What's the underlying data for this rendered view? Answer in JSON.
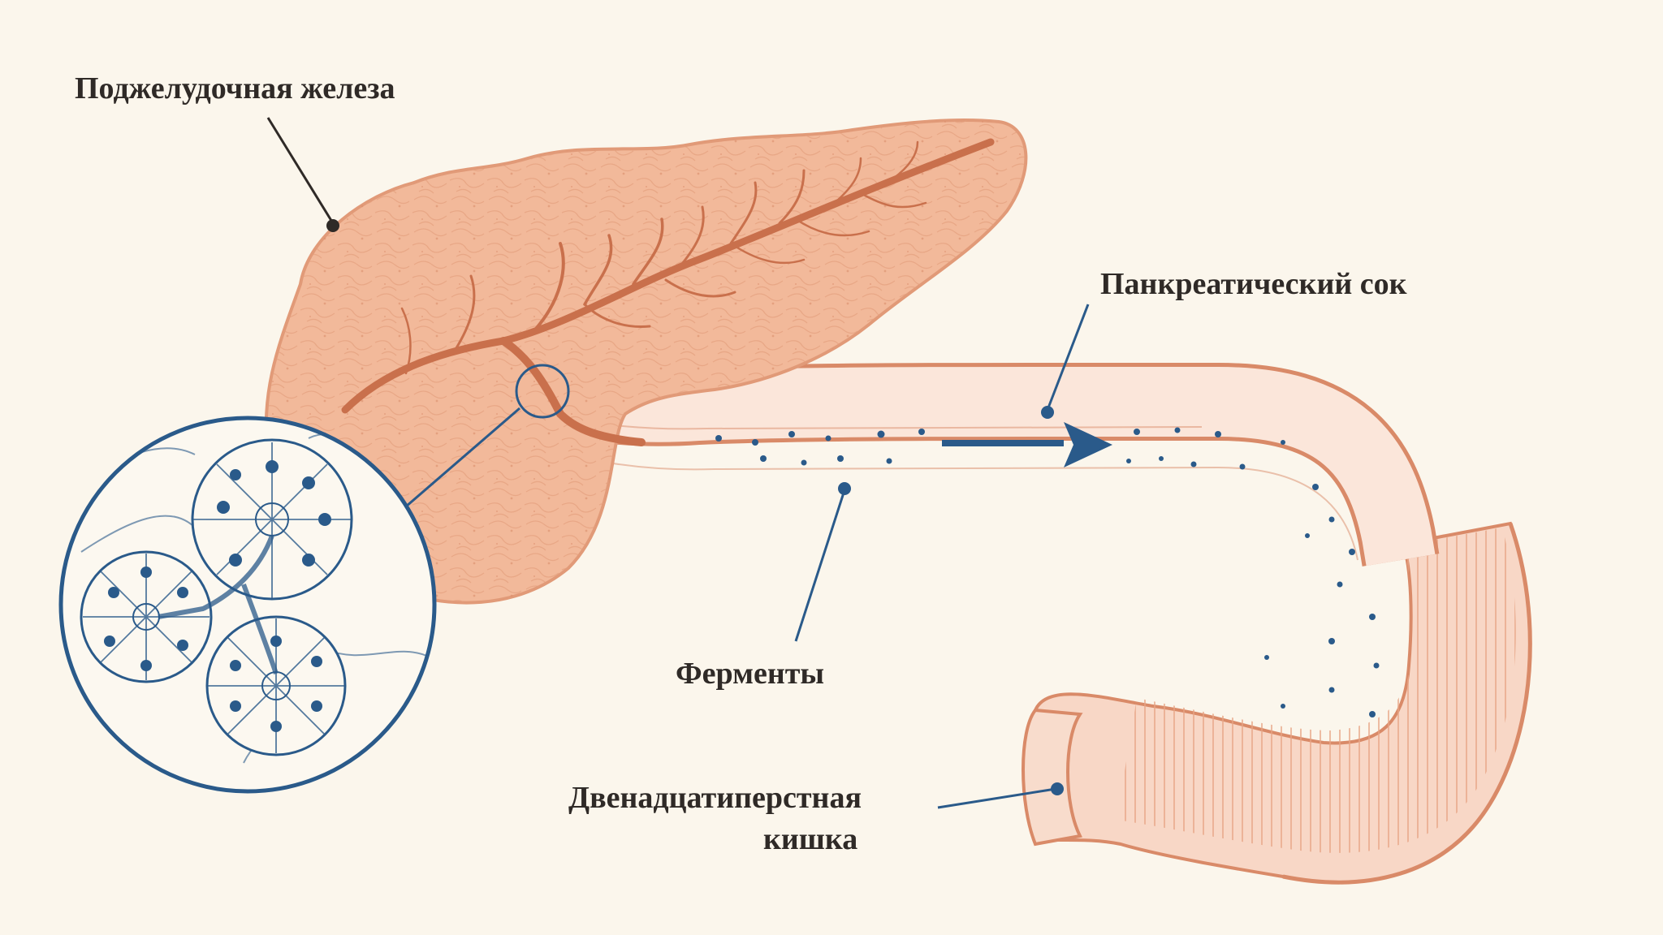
{
  "labels": {
    "pancreas": "Поджелудочная железа",
    "juice": "Панкреатический сок",
    "enzymes": "Ферменты",
    "duodenum_line1": "Двенадцатиперстная",
    "duodenum_line2": "кишка"
  },
  "colors": {
    "background": "#fbf6ec",
    "pancreas_fill": "#f2b99a",
    "pancreas_stroke": "#e19a78",
    "duct": "#c9704c",
    "tube_stroke": "#d98a68",
    "tube_fill": "#fbe6da",
    "accent_blue": "#2a5a8a",
    "leader_dark": "#2f2a27",
    "text": "#2f2a27"
  }
}
